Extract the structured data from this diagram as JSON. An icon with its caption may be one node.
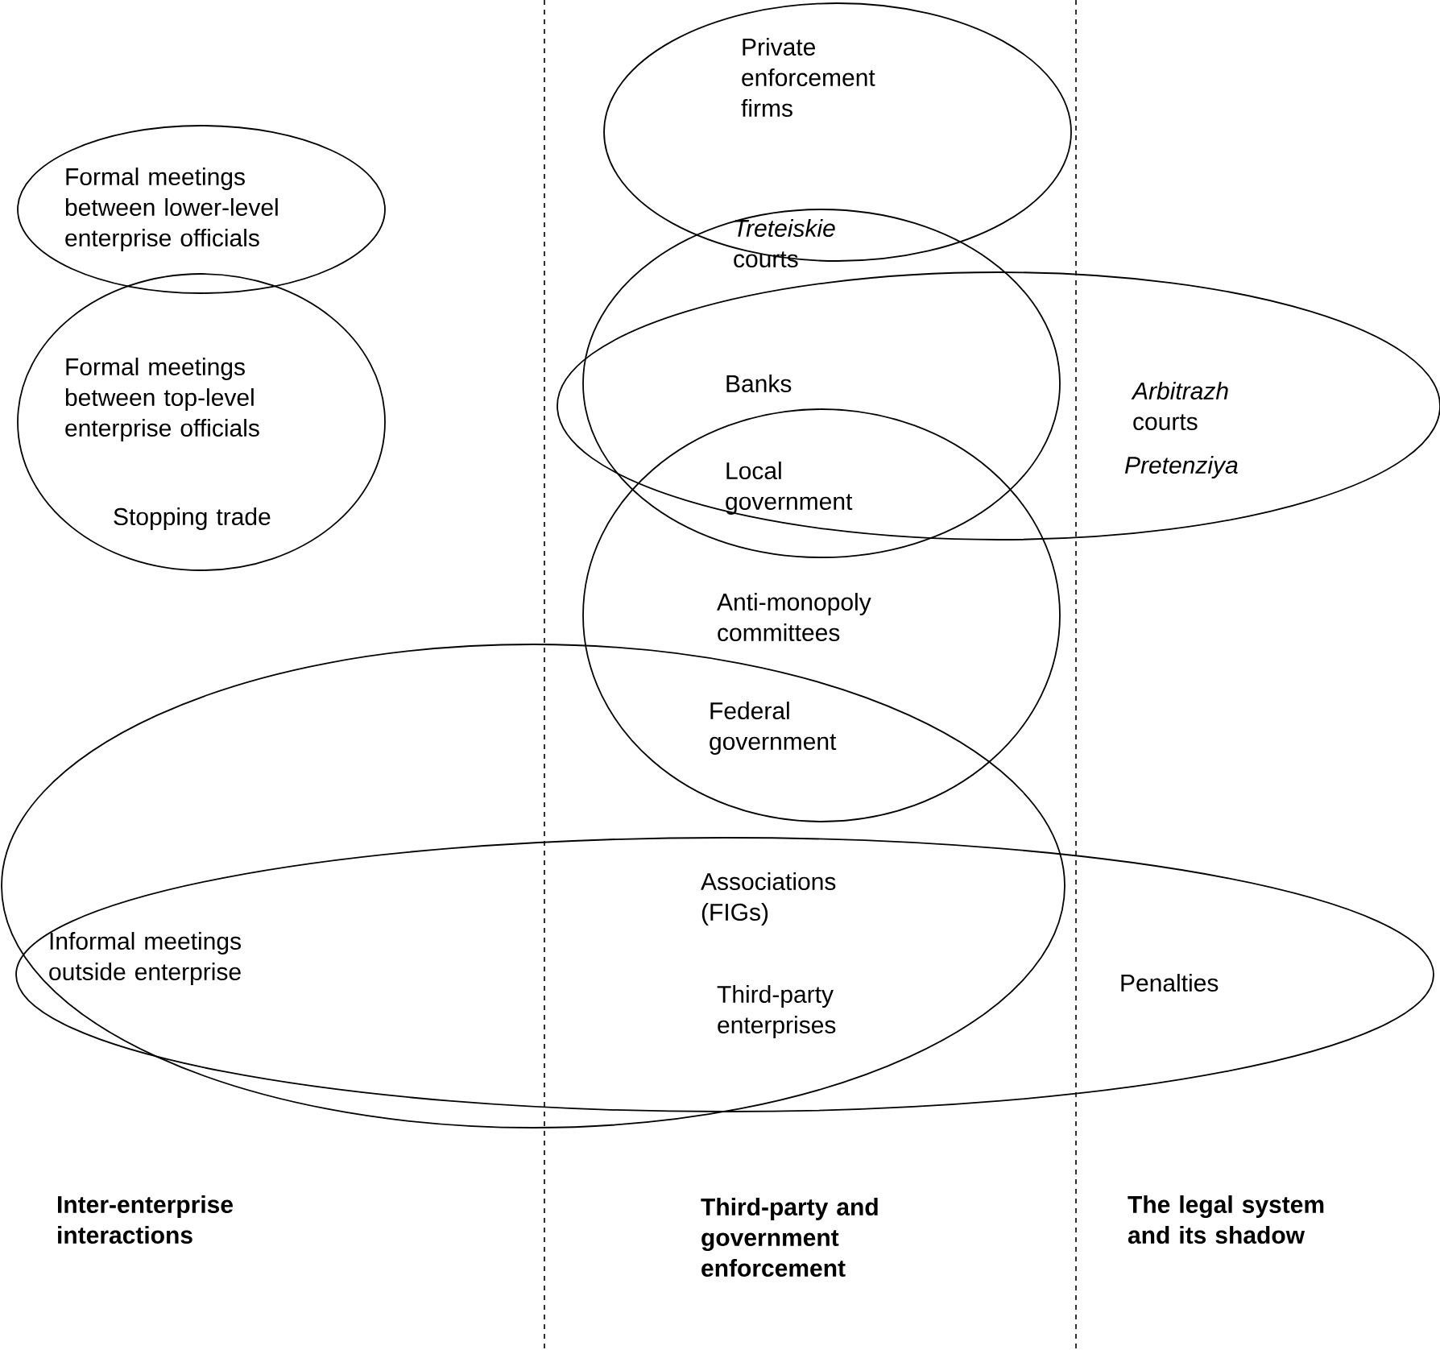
{
  "diagram": {
    "nodes": [
      {
        "text": [
          "Formal meetings between lower-level enterprise officials"
        ]
      },
      {
        "text": [
          "Formal meetings between top-level enterprise officials",
          "Stopping trade"
        ]
      },
      {
        "text": [
          "Private enforcement firms",
          "*Treteiskie* courts"
        ]
      },
      {
        "text": [
          "Banks",
          "Local government"
        ]
      },
      {
        "text": [
          "*Arbitrazh* courts",
          "Pretenziya"
        ]
      },
      {
        "text": [
          "Anti-monopoly committees",
          "Federal government"
        ]
      },
      {
        "text": [],
        "shape": "ellipse"
      },
      {
        "text": [
          "Associations (FIGs)",
          "Third-party enterprises",
          "Informal meetings outside enterprise",
          "Penalties"
        ]
      }
    ],
    "labels": [
      "Inter-enterprise interactions",
      "Third-party and government enforcement",
      "The legal system and its shadow"
    ]
  }
}
